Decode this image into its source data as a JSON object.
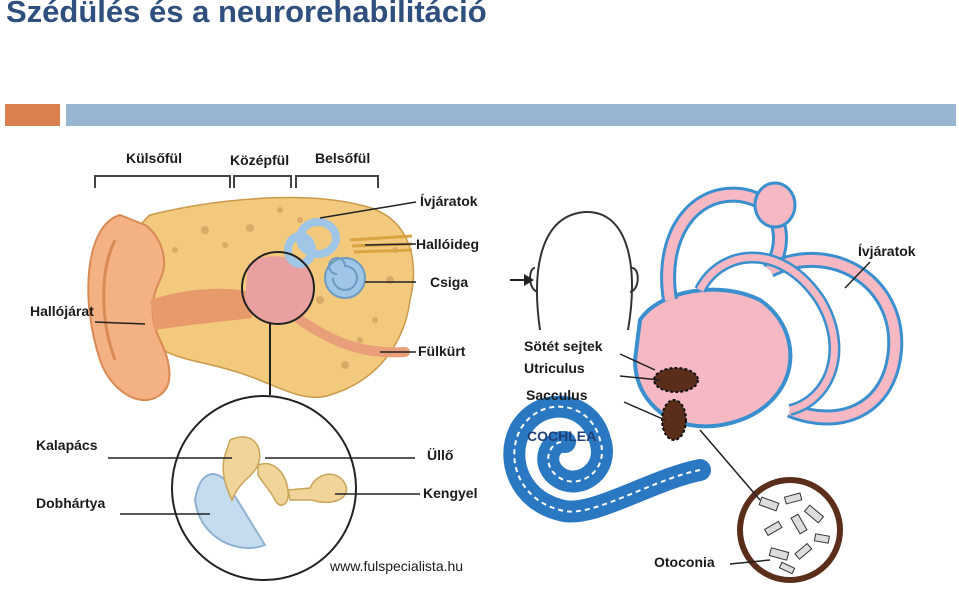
{
  "title": "Szédülés és a neurorehabilitáció",
  "colors": {
    "title": "#2f4f7f",
    "bar_orange": "#d9804e",
    "bar_blue": "#98b6d2",
    "bone": "#f3c97d",
    "skin": "#f4b183",
    "canal_blue": "#3a8fcf",
    "labyrinth_pink": "#f6b8c3"
  },
  "left_diagram": {
    "bracket_labels": [
      "Külsőfül",
      "Középfül",
      "Belsőfül"
    ],
    "labels": {
      "ivjaratok": "Ívjáratok",
      "halloideg": "Hallóideg",
      "csiga": "Csiga",
      "hallojarat": "Hallójárat",
      "fulkurt": "Fülkürt",
      "kalapacs": "Kalapács",
      "ullo": "Üllő",
      "dobhartya": "Dobhártya",
      "kengyel": "Kengyel"
    },
    "watermark": "www.fulspecialista.hu"
  },
  "right_diagram": {
    "labels": {
      "ivjaratok": "Ívjáratok",
      "sotet_sejtek": "Sötét sejtek",
      "utriculus": "Utriculus",
      "sacculus": "Sacculus",
      "cochlea": "COCHLEA",
      "otoconia": "Otoconia"
    }
  }
}
